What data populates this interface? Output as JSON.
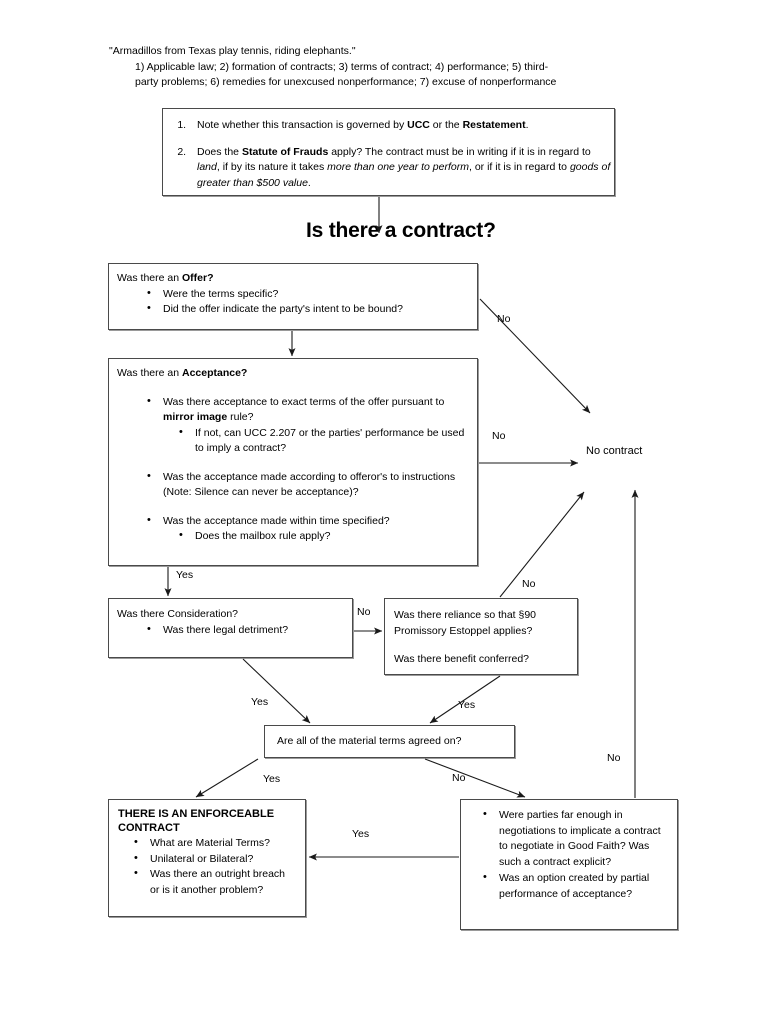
{
  "document": {
    "quote": "\"Armadillos from Texas play tennis, riding elephants.\"",
    "mnemonic_line1": "1) Applicable law; 2) formation of contracts; 3) terms of contract; 4) performance; 5) third-",
    "mnemonic_line2": "party problems; 6) remedies for unexcused nonperformance; 7) excuse of nonperformance",
    "title": "Is there a contract?"
  },
  "threshold_box": {
    "item1": "Note whether this transaction is governed by UCC or the Restatement.",
    "item1_parts": {
      "a": "Note whether this transaction is governed by ",
      "b_ucc": "UCC",
      "c": " or the ",
      "d_restatement": "Restatement",
      "e": "."
    },
    "item2_parts": {
      "a": "Does the ",
      "b_sof": "Statute of Frauds",
      "c": " apply? The contract must be in writing if it is in regard to ",
      "d_land": "land",
      "e": ", if by its nature it takes ",
      "f_year": "more than one year to perform",
      "g": ", or if it is in regard to ",
      "h_goods": "goods of greater than $500 value",
      "i": "."
    }
  },
  "offer_box": {
    "heading_a": "Was there an ",
    "heading_b": "Offer?",
    "bullets": [
      "Were the terms specific?",
      "Did the offer indicate the party's intent to be bound?"
    ]
  },
  "acceptance_box": {
    "heading_a": "Was there an ",
    "heading_b": "Acceptance?",
    "b1_a": "Was there acceptance to exact terms of the offer pursuant to ",
    "b1_b": "mirror image",
    "b1_c": " rule?",
    "b1_sub": "If not, can UCC 2.207 or the parties' performance be used to imply a contract?",
    "b2": "Was the acceptance made according to offeror's to instructions (Note: Silence can never be acceptance)?",
    "b3": "Was the acceptance made within time specified?",
    "b3_sub": "Does the mailbox rule apply?"
  },
  "consideration_box": {
    "heading": "Was there Consideration?",
    "bullet": "Was there legal detriment?"
  },
  "reliance_box": {
    "line1": "Was there reliance so that §90",
    "line2": "Promissory Estoppel applies?",
    "line3": "Was there benefit conferred?"
  },
  "material_terms_box": {
    "text": "Are all of the material terms agreed on?"
  },
  "enforceable_box": {
    "title_line1": "THERE IS AN ENFORCEABLE",
    "title_line2": "CONTRACT",
    "bullets": [
      "What are Material Terms?",
      "Unilateral or Bilateral?",
      "Was there an outright breach or is it another problem?"
    ]
  },
  "negotiations_box": {
    "bullets": [
      "Were parties far enough in negotiations to implicate a contract to negotiate in Good Faith? Was such a contract explicit?",
      "Was an option created by partial performance of acceptance?"
    ]
  },
  "terminal": {
    "no_contract": "No contract"
  },
  "edge_labels": {
    "offer_no": "No",
    "acceptance_no": "No",
    "acceptance_yes": "Yes",
    "consideration_no": "No",
    "reliance_no": "No",
    "consideration_yes": "Yes",
    "reliance_yes": "Yes",
    "material_yes": "Yes",
    "material_no": "No",
    "negotiations_no": "No",
    "negotiations_yes": "Yes"
  },
  "colors": {
    "border": "#4a4a4a",
    "shadow": "#9a9a9a",
    "text": "#000000",
    "background": "#ffffff"
  }
}
